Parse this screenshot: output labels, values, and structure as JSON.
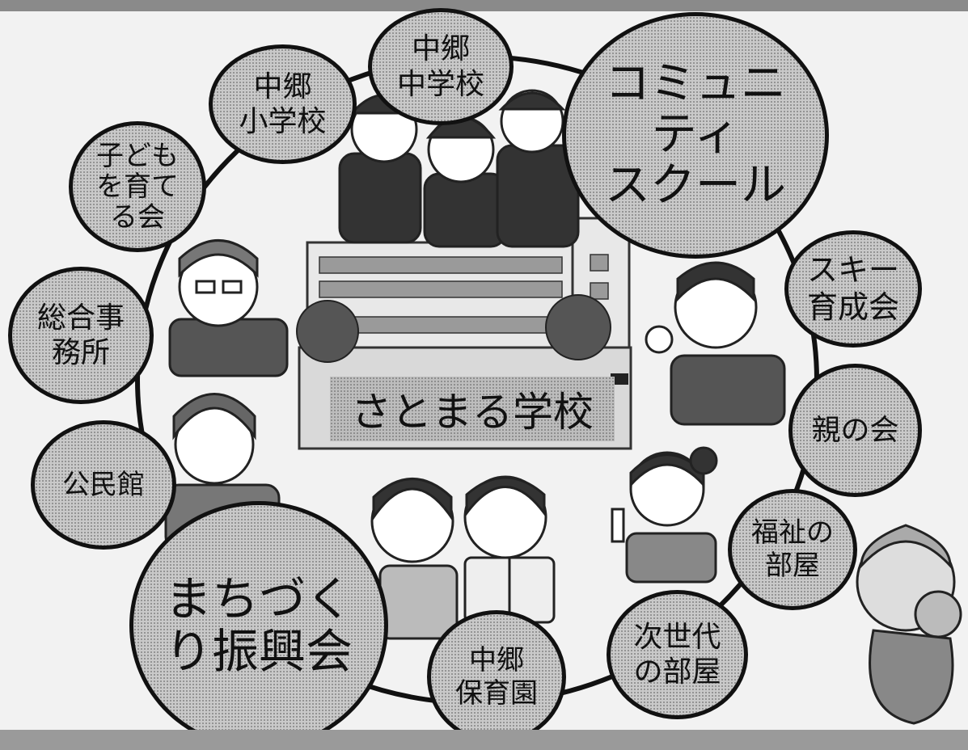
{
  "header_band_text": "",
  "center_label": "さとまる学校",
  "nodes": [
    {
      "id": "nakago-jhs",
      "label": "中郷\n中学校"
    },
    {
      "id": "community-school",
      "label": "コミュニ\nティ\nスクール"
    },
    {
      "id": "ski",
      "label": "スキー\n育成会"
    },
    {
      "id": "parents",
      "label": "親の会"
    },
    {
      "id": "welfare",
      "label": "福祉の\n部屋"
    },
    {
      "id": "next-gen",
      "label": "次世代\nの部屋"
    },
    {
      "id": "nursery",
      "label": "中郷\n保育園"
    },
    {
      "id": "machizukuri",
      "label": "まちづく\nり振興会"
    },
    {
      "id": "kominkan",
      "label": "公民館"
    },
    {
      "id": "office",
      "label": "総合事\n務所"
    },
    {
      "id": "child-raising",
      "label": "子ども\nを育て\nる会"
    },
    {
      "id": "nakago-es",
      "label": "中郷\n小学校"
    }
  ]
}
